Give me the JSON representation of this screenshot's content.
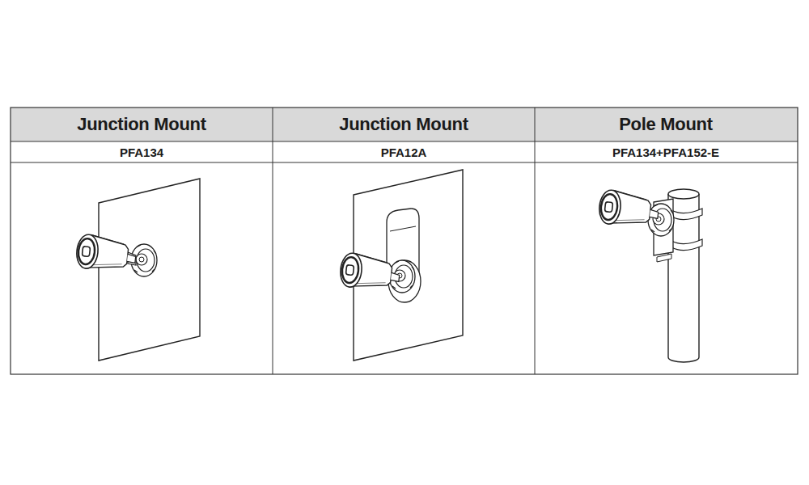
{
  "diagram": {
    "labels": [
      "Junction Mount",
      "Junction Mount",
      "Pole Mount",
      "PFA134",
      "PFA12A",
      "PFA134+PFA152-E"
    ]
  }
}
